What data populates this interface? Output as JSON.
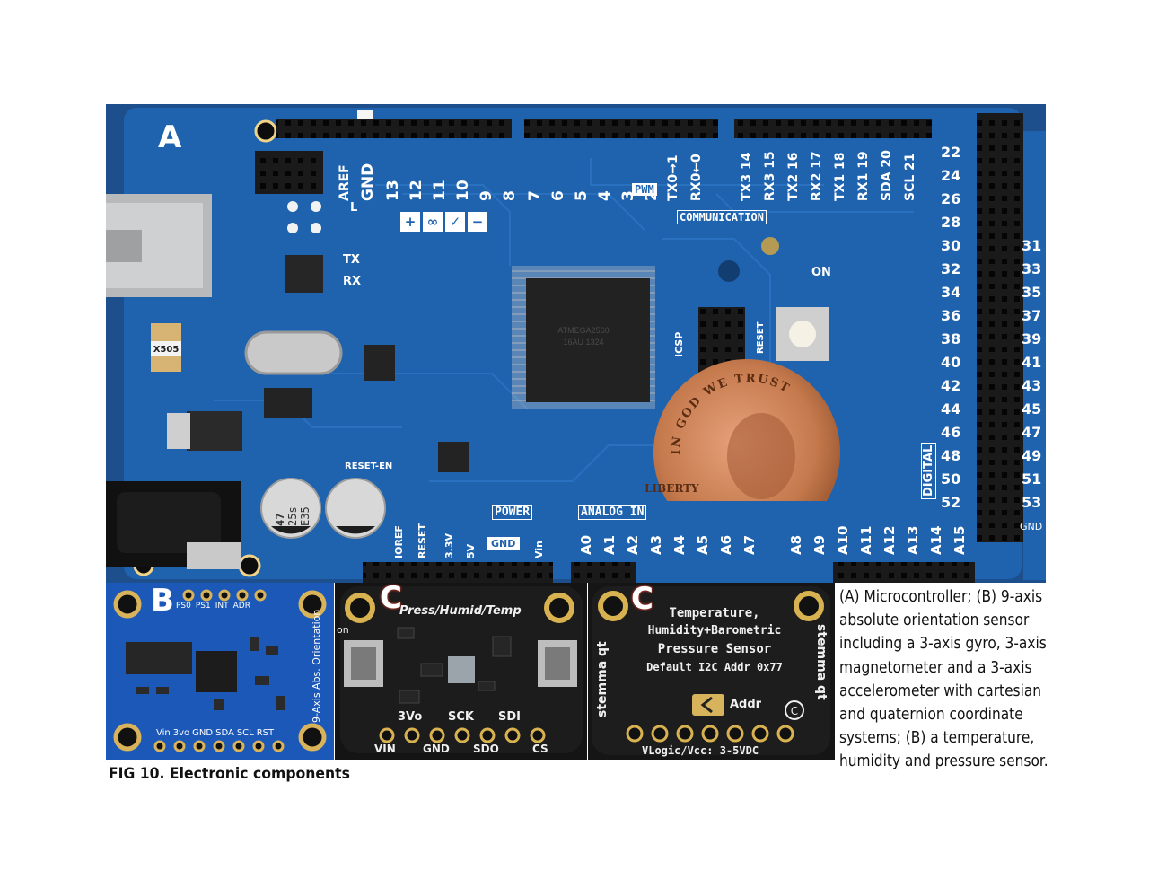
{
  "panel_a": {
    "letter": "A",
    "top_header_labels": [
      "AREF",
      "GND",
      "13",
      "12",
      "11",
      "10",
      "9",
      "8",
      "7",
      "6",
      "5",
      "4",
      "3",
      "2",
      "TX0→1",
      "RX0←0",
      "TX3 14",
      "RX3 15",
      "TX2 16",
      "RX2 17",
      "TX1 18",
      "RX1 19",
      "SDA 20",
      "SCL 21"
    ],
    "pwm_label": "PWM",
    "communication_label": "COMMUNICATION",
    "led_labels": [
      "L",
      "TX",
      "RX",
      "ON"
    ],
    "button_symbols": [
      "+",
      "∞",
      "✓",
      "−"
    ],
    "digital_left": [
      "22",
      "24",
      "26",
      "28",
      "30",
      "32",
      "34",
      "36",
      "38",
      "40",
      "42",
      "44",
      "46",
      "48",
      "50",
      "52"
    ],
    "digital_right": [
      "31",
      "33",
      "35",
      "37",
      "39",
      "41",
      "43",
      "45",
      "47",
      "49",
      "51",
      "53"
    ],
    "digital_label": "DIGITAL",
    "gnd_right": "GND",
    "power_label": "POWER",
    "analog_label": "ANALOG IN",
    "power_pins": [
      "IOREF",
      "RESET",
      "3.3V",
      "5V",
      "GND",
      "Vin"
    ],
    "analog_pins": [
      "A0",
      "A1",
      "A2",
      "A3",
      "A4",
      "A5",
      "A6",
      "A7",
      "A8",
      "A9",
      "A10",
      "A11",
      "A12",
      "A13",
      "A14",
      "A15"
    ],
    "icsp_label": "ICSP",
    "reset_label": "RESET",
    "reset_en_label": "RESET-EN",
    "crystal_label": "X505",
    "capacitor_text": [
      "47",
      "25s",
      "E35"
    ],
    "coin_motto": "IN GOD WE TRUST",
    "coin_liberty": "LIBERTY"
  },
  "panel_b": {
    "letter": "B",
    "top_pins": [
      "PS0",
      "PS1",
      "INT",
      "ADR"
    ],
    "side_label": "9-Axis Abs. Orientation",
    "bottom_pins": [
      "Vin",
      "3vo",
      "GND",
      "SDA",
      "SCL",
      "RST"
    ]
  },
  "panel_c1": {
    "letter": "C",
    "title": "Press/Humid/Temp",
    "on_label": "on",
    "pins_top": [
      "3Vo",
      "SCK",
      "SDI"
    ],
    "pins_bottom": [
      "VIN",
      "GND",
      "SDO",
      "CS"
    ]
  },
  "panel_c2": {
    "letter": "C",
    "lines": [
      "Temperature,",
      "Humidity+Barometric",
      "Pressure Sensor",
      "Default I2C Addr 0x77"
    ],
    "addr_label": "Addr",
    "brand": "stemma qt",
    "bottom_label": "VLogic/Vcc: 3-5VDC"
  },
  "fig_caption": "FIG 10. Electronic components",
  "side_caption": "(A) Microcontroller; (B) 9-axis absolute orientation sensor including a 3-axis gyro, 3-axis magnetometer and a 3-axis accelerometer with cartesian and quaternion coordinate systems; (B) a temperature, humidity and pressure sensor.",
  "colors": {
    "board_blue": "#1e5fa8",
    "sensor_b_blue": "#1b58b8",
    "sensor_c_black": "#141414",
    "gold": "#c9a24a",
    "copper": "#b9693c"
  }
}
